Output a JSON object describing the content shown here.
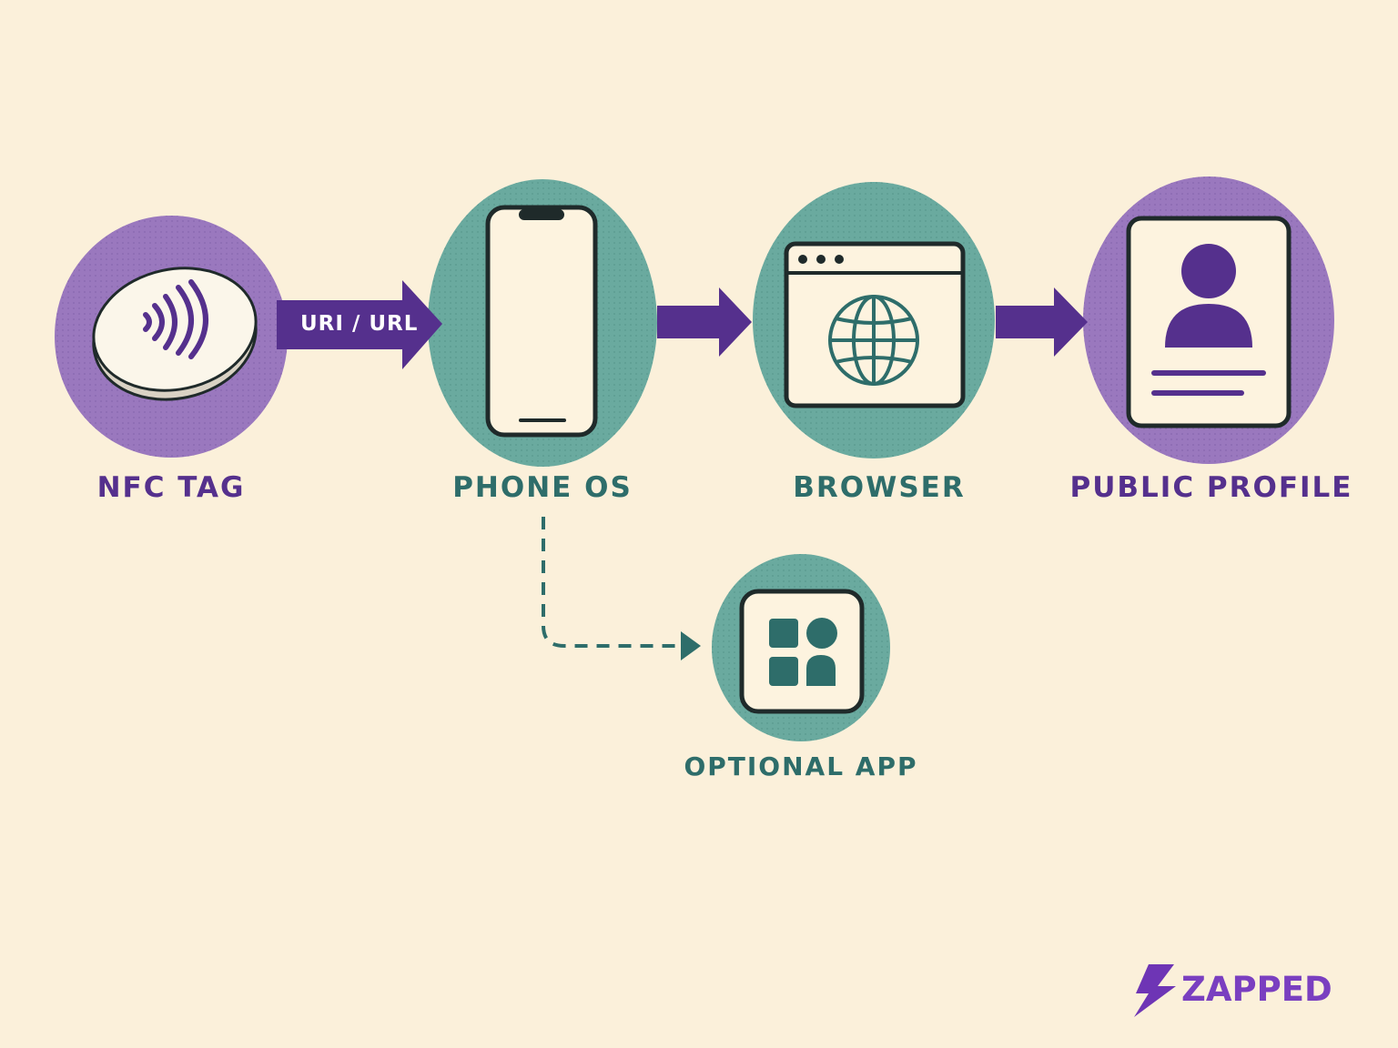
{
  "nodes": {
    "nfc_tag": {
      "label": "NFC TAG"
    },
    "phone_os": {
      "label": "PHONE OS"
    },
    "browser": {
      "label": "BROWSER"
    },
    "public_profile": {
      "label": "PUBLIC PROFILE"
    },
    "optional_app": {
      "label": "OPTIONAL APP"
    }
  },
  "edges": {
    "tag_to_phone": {
      "label": "URI / URL"
    }
  },
  "brand": {
    "name": "ZAPPED"
  },
  "colors": {
    "background": "#fbf0da",
    "purple": "#55308d",
    "purple_circle": "#9a78be",
    "teal": "#2e6d6a",
    "teal_circle": "#6aaa9f",
    "icon_fill": "#fdf3df",
    "outline": "#1f2a2a"
  }
}
